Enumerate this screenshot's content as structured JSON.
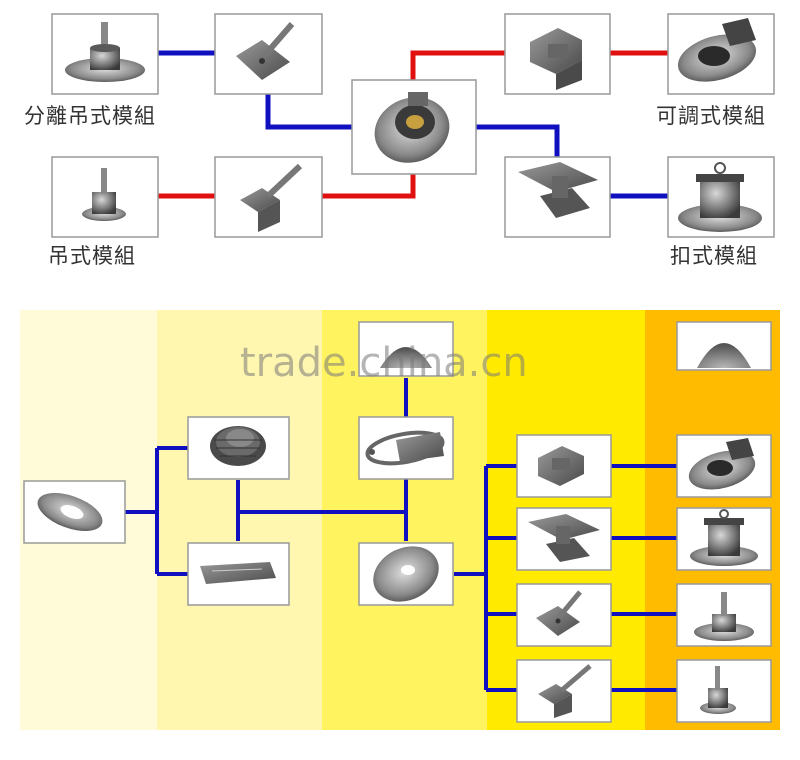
{
  "top_diagram": {
    "labels": {
      "split_pendant": "分離吊式模組",
      "pendant": "吊式模組",
      "adjustable": "可調式模組",
      "snap_in": "扣式模組"
    },
    "components": [
      {
        "icon": "split-pendant-lamp-icon"
      },
      {
        "icon": "rod-bracket-icon"
      },
      {
        "icon": "pendant-lamp-icon"
      },
      {
        "icon": "angled-rod-bracket-icon"
      },
      {
        "icon": "reflector-lamp-center-icon"
      },
      {
        "icon": "adjustable-bracket-icon"
      },
      {
        "icon": "adjustable-lamp-icon"
      },
      {
        "icon": "snap-bracket-icon"
      },
      {
        "icon": "snap-lamp-icon"
      }
    ],
    "colors": {
      "blue_link": "#1010c0",
      "red_link": "#e01010"
    }
  },
  "bottom_diagram": {
    "band_colors": [
      "#fffbd8",
      "#fff7b0",
      "#fff360",
      "#ffea00",
      "#ffbb00"
    ],
    "components": [
      {
        "icon": "reflector-ring-icon"
      },
      {
        "icon": "heatsink-icon"
      },
      {
        "icon": "power-supply-icon"
      },
      {
        "icon": "dome-part-icon"
      },
      {
        "icon": "hanger-frame-icon"
      },
      {
        "icon": "reflector-disc-icon"
      },
      {
        "icon": "adjustable-bracket-icon"
      },
      {
        "icon": "snap-bracket-icon"
      },
      {
        "icon": "rod-bracket-icon"
      },
      {
        "icon": "angled-rod-bracket-icon"
      },
      {
        "icon": "adjustable-lamp-icon"
      },
      {
        "icon": "snap-lamp-icon"
      },
      {
        "icon": "split-pendant-lamp-icon"
      },
      {
        "icon": "pendant-lamp-icon"
      },
      {
        "icon": "dome-lamp-icon"
      }
    ],
    "colors": {
      "blue_link": "#1010c0"
    }
  },
  "watermark": "trade.china.cn"
}
